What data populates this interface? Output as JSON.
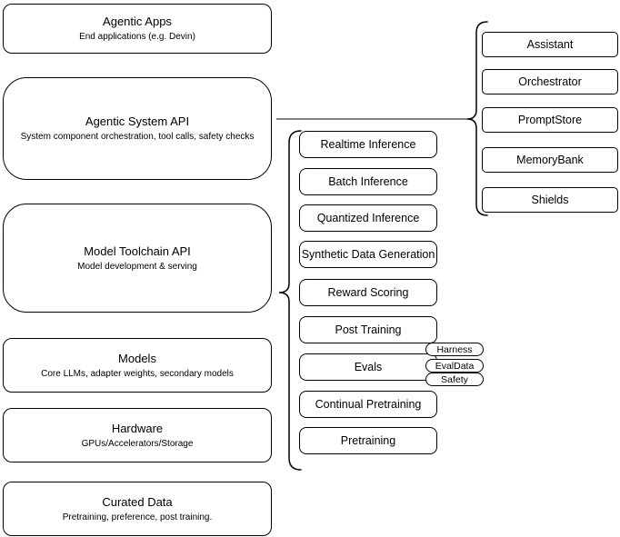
{
  "diagram": {
    "title": "Agentic system stack diagram",
    "colors": {
      "background": "#ffffff",
      "border": "#000000",
      "text": "#000000",
      "connector": "#595959"
    },
    "left_stack": [
      {
        "title": "Agentic Apps",
        "subtitle": "End applications (e.g. Devin)"
      },
      {
        "title": "Agentic System API",
        "subtitle": "System component orchestration, tool calls, safety checks"
      },
      {
        "title": "Model Toolchain API",
        "subtitle": "Model development & serving"
      },
      {
        "title": "Models",
        "subtitle": "Core LLMs, adapter weights, secondary models"
      },
      {
        "title": "Hardware",
        "subtitle": "GPUs/Accelerators/Storage"
      },
      {
        "title": "Curated Data",
        "subtitle": "Pretraining, preference, post training."
      }
    ],
    "toolchain_services": [
      "Realtime Inference",
      "Batch Inference",
      "Quantized Inference",
      "Synthetic Data Generation",
      "Reward Scoring",
      "Post Training",
      "Evals",
      "Continual Pretraining",
      "Pretraining"
    ],
    "eval_tags": [
      "Harness",
      "EvalData",
      "Safety"
    ],
    "system_components": [
      "Assistant",
      "Orchestrator",
      "PromptStore",
      "MemoryBank",
      "Shields"
    ]
  }
}
